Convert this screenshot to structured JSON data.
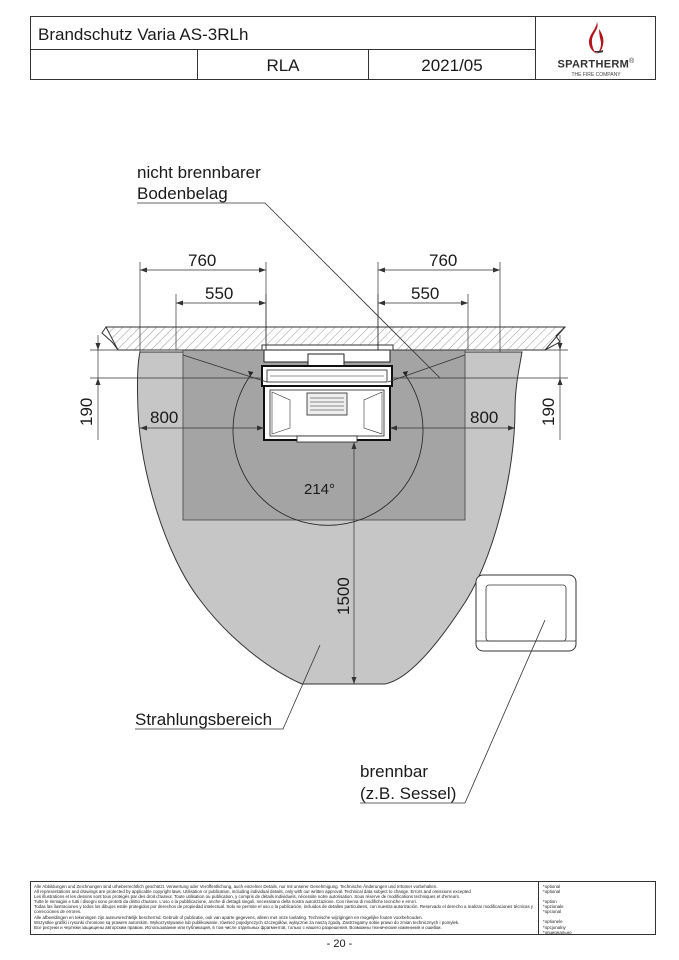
{
  "header": {
    "title": "Brandschutz Varia AS-3RLh",
    "variant": "RLA",
    "date": "2021/05",
    "brand": "SPARTHERM",
    "brand_mark": "®",
    "tagline": "THE FIRE COMPANY"
  },
  "diagram": {
    "label_floor": "nicht brennbarer",
    "label_floor2": "Bodenbelag",
    "dim_760_left": "760",
    "dim_760_right": "760",
    "dim_550_left": "550",
    "dim_550_right": "550",
    "dim_800_left": "800",
    "dim_800_right": "800",
    "dim_190_left": "190",
    "dim_190_right": "190",
    "angle": "214°",
    "dim_1500": "1500",
    "label_radiation": "Strahlungsbereich",
    "label_combustible": "brennbar",
    "label_combustible2": "(z.B. Sessel)"
  },
  "footer": {
    "legal": [
      "Alle Abbildungen und Zeichnungen sind urheberrechtlich geschützt. Verwertung oder Veröffentlichung, auch einzelner Details, nur mit unserer Genehmigung. Technische Änderungen und Irrtümer vorbehalten.",
      "All representations and drawings are protected by applicable copyright laws. Utilisation or publication, including individual details, only with our written approval. Technical data subject to change. Errors and omissions excepted",
      "Les illustrations et les dessins sont tous protégés par des droit d'auteur. Toute utilisation ou publication, y compris de détails individuels, nécessite notre autorisation. Sous réserve de modifications techniques et d'erreurs.",
      "Tutte le immagini e tutti i disegni sono protetti da diritto d'autore. L'uso o la pubblicazione, anche di dettagli singoli, necessitano della nostra autorizzazione. Con riserva di modifiche tecniche e errori.",
      "Todas las ilustraciones y todos los dibujos están protegidos por derechos de propiedad intelectual. Solo se permite el uso o la publicación, incluidos de detalles particulares, con nuestra autorización. Reservado el derecho a realizar modificaciones técnicas y correcciones de errores.",
      "Alle afbeeldingen en tekeningen zijn auteursrechtelijk beschermd. Gebruik of publicatie, ook van aparte gegevens, alleen met onze toelating. Technische wijzigingen en mogelijke fouten voorbehouden.",
      "Wszystkie grafiki i rysunki chronione są prawem autorskim. Wykorzystywanie lub publikowanie, również pojedynczych szczegółów, wyłącznie za naszą zgodą. Zastrzegamy sobie prawo do zmian technicznych i pomyłek.",
      "Все рисунки и чертежи защищены авторским правом. Использование или публикация, в том числе отдельных фрагментов, только с нашего разрешения. Возможны технические изменения и ошибки."
    ],
    "options": [
      "*optional",
      "*optional",
      "",
      "*option",
      "*opzionale",
      "*opcional",
      "",
      "*optionele",
      "*opcjonalny",
      "*опционально"
    ]
  },
  "page_number": "- 20 -"
}
